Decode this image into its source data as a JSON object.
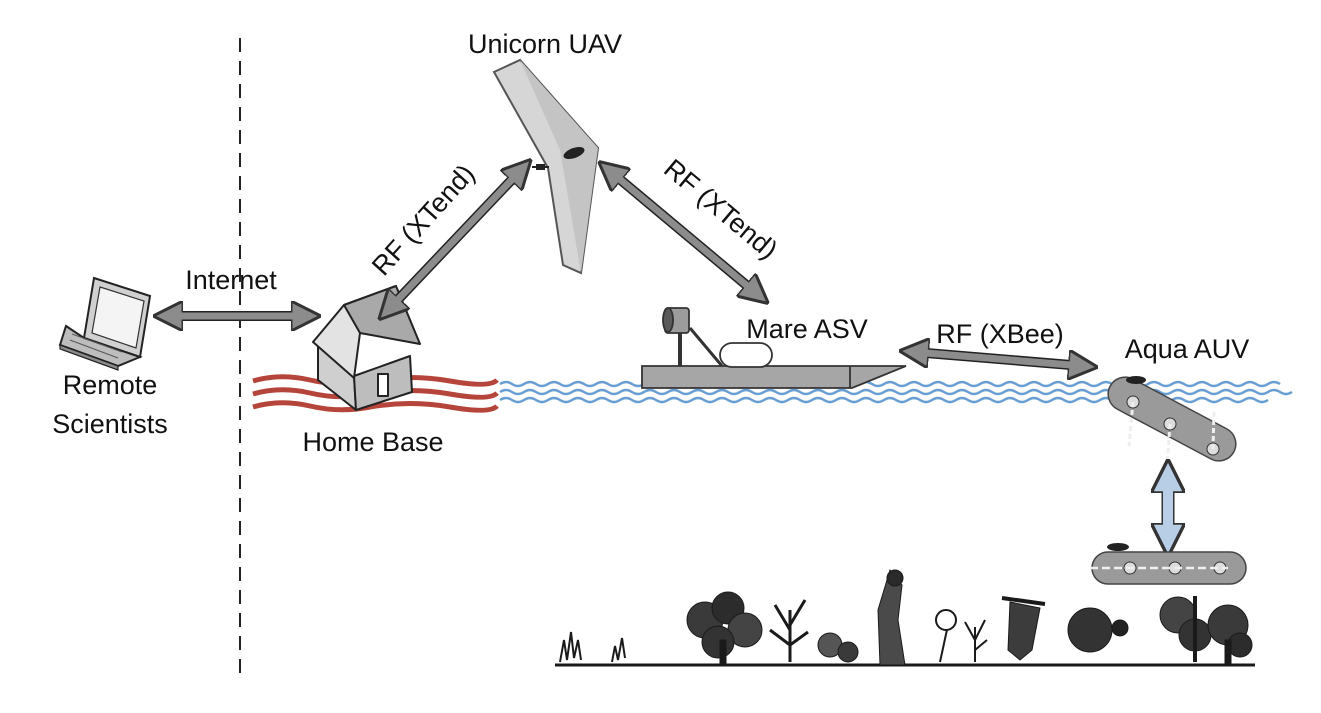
{
  "labels": {
    "uav": "Unicorn UAV",
    "internet": "Internet",
    "remote_line1": "Remote",
    "remote_line2": "Scientists",
    "home_base": "Home Base",
    "rf_xtend_left": "RF (XTend)",
    "rf_xtend_right": "RF (XTend)",
    "asv": "Mare ASV",
    "rf_xbee": "RF (XBee)",
    "auv": "Aqua AUV"
  },
  "colors": {
    "arrow_gray": "#8c8c8c",
    "arrow_blue": "#b8cde6",
    "water_blue": "#6a9fd4",
    "land_red": "#b5453a",
    "vehicle_gray": "#9a9a9a",
    "text": "#111111"
  },
  "icons": {
    "laptop": "laptop-icon",
    "house": "house-icon",
    "uav": "uav-icon",
    "boat": "boat-icon",
    "auv": "auv-icon",
    "seafloor": "seafloor-icon"
  }
}
